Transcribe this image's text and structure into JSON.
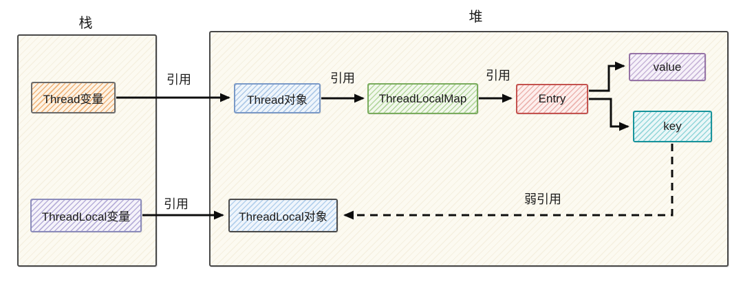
{
  "diagram": {
    "title": "ThreadLocal memory reference diagram",
    "regions": {
      "stack": {
        "label": "栈"
      },
      "heap": {
        "label": "堆"
      }
    },
    "nodes": {
      "thread_var": {
        "label": "Thread变量",
        "border_color": "#6b6b6b",
        "hatch_color": "#f0b379",
        "fill_color": "#fdf3e5"
      },
      "threadlocal_var": {
        "label": "ThreadLocal变量",
        "border_color": "#8c8cbb",
        "hatch_color": "#b7aed9",
        "fill_color": "#f5f3fa"
      },
      "thread_obj": {
        "label": "Thread对象",
        "border_color": "#7a99c7",
        "hatch_color": "#aec9e7",
        "fill_color": "#eff5fb"
      },
      "threadlocalmap": {
        "label": "ThreadLocalMap",
        "border_color": "#79ab5c",
        "hatch_color": "#b5d79e",
        "fill_color": "#f2f8ec"
      },
      "entry": {
        "label": "Entry",
        "border_color": "#c4524e",
        "hatch_color": "#ecb3ae",
        "fill_color": "#fdefed"
      },
      "value": {
        "label": "value",
        "border_color": "#9673a6",
        "hatch_color": "#c7b5d8",
        "fill_color": "#f6f1f9"
      },
      "key": {
        "label": "key",
        "border_color": "#17949c",
        "hatch_color": "#93d6d9",
        "fill_color": "#eaf7f8"
      },
      "threadlocal_obj": {
        "label": "ThreadLocal对象",
        "border_color": "#4a4a4a",
        "hatch_color": "#b3d0ec",
        "fill_color": "#eff5fc"
      }
    },
    "edges": [
      {
        "from": "Thread变量",
        "to": "Thread对象",
        "label": "引用",
        "style": "solid"
      },
      {
        "from": "ThreadLocal变量",
        "to": "ThreadLocal对象",
        "label": "引用",
        "style": "solid"
      },
      {
        "from": "Thread对象",
        "to": "ThreadLocalMap",
        "label": "引用",
        "style": "solid"
      },
      {
        "from": "ThreadLocalMap",
        "to": "Entry",
        "label": "引用",
        "style": "solid"
      },
      {
        "from": "Entry",
        "to": "value",
        "label": "",
        "style": "solid"
      },
      {
        "from": "Entry",
        "to": "key",
        "label": "",
        "style": "solid"
      },
      {
        "from": "key",
        "to": "ThreadLocal对象",
        "label": "弱引用",
        "style": "dashed"
      }
    ],
    "region_style": {
      "fill_color": "#fcfaf1",
      "hatch_color": "#e8ddc0",
      "border_color": "#474747"
    },
    "edge_color": "#0d0d0d"
  }
}
